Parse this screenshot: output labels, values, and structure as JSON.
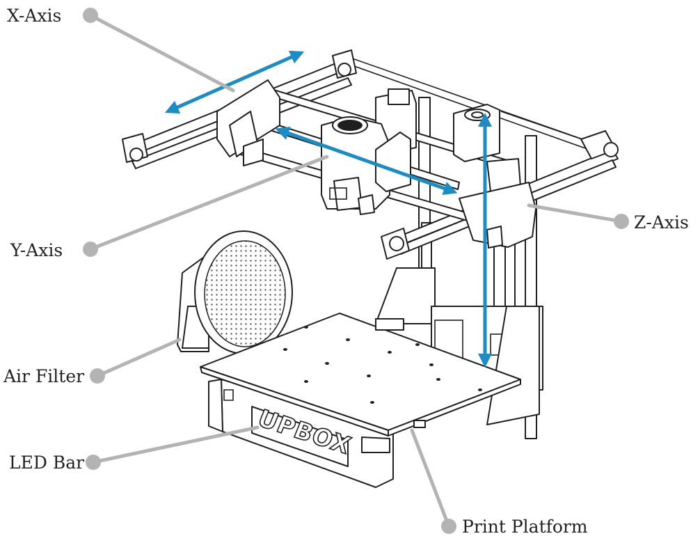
{
  "labels": {
    "x_axis": "X-Axis",
    "y_axis": "Y-Axis",
    "z_axis": "Z-Axis",
    "air_filter": "Air Filter",
    "led_bar": "LED Bar",
    "print_platform": "Print Platform"
  },
  "logo_text": "UPBOX",
  "colors": {
    "arrow": "#1b8cc4",
    "callout": "#b3b3b3",
    "line": "#1f1f1f"
  }
}
